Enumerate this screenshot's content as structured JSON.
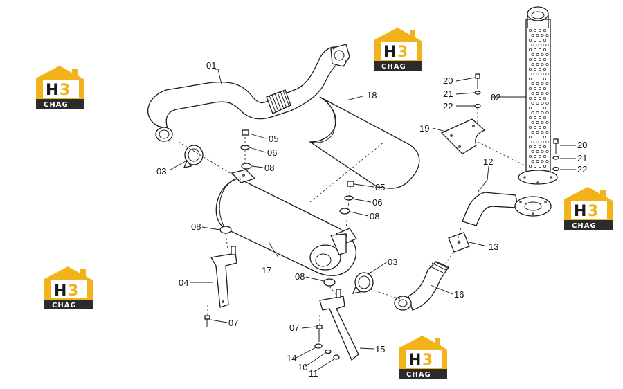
{
  "callouts": [
    {
      "id": "01",
      "label": "01"
    },
    {
      "id": "02",
      "label": "02"
    },
    {
      "id": "03a",
      "label": "03"
    },
    {
      "id": "03b",
      "label": "03"
    },
    {
      "id": "04",
      "label": "04"
    },
    {
      "id": "05a",
      "label": "05"
    },
    {
      "id": "05b",
      "label": "05"
    },
    {
      "id": "06a",
      "label": "06"
    },
    {
      "id": "06b",
      "label": "06"
    },
    {
      "id": "07a",
      "label": "07"
    },
    {
      "id": "07b",
      "label": "07"
    },
    {
      "id": "08a",
      "label": "08"
    },
    {
      "id": "08b",
      "label": "08"
    },
    {
      "id": "08c",
      "label": "08"
    },
    {
      "id": "08d",
      "label": "08"
    },
    {
      "id": "10",
      "label": "10"
    },
    {
      "id": "11",
      "label": "11"
    },
    {
      "id": "12",
      "label": "12"
    },
    {
      "id": "13",
      "label": "13"
    },
    {
      "id": "14",
      "label": "14"
    },
    {
      "id": "15",
      "label": "15"
    },
    {
      "id": "16",
      "label": "16"
    },
    {
      "id": "17",
      "label": "17"
    },
    {
      "id": "18",
      "label": "18"
    },
    {
      "id": "19",
      "label": "19"
    },
    {
      "id": "20a",
      "label": "20"
    },
    {
      "id": "20b",
      "label": "20"
    },
    {
      "id": "21a",
      "label": "21"
    },
    {
      "id": "21b",
      "label": "21"
    },
    {
      "id": "22a",
      "label": "22"
    },
    {
      "id": "22b",
      "label": "22"
    }
  ],
  "watermark": {
    "logo_main": "H",
    "logo_accent": "3",
    "logo_caption": "CHAG",
    "color_brand": "#f2b21a",
    "color_dark": "#2b2b2b"
  }
}
